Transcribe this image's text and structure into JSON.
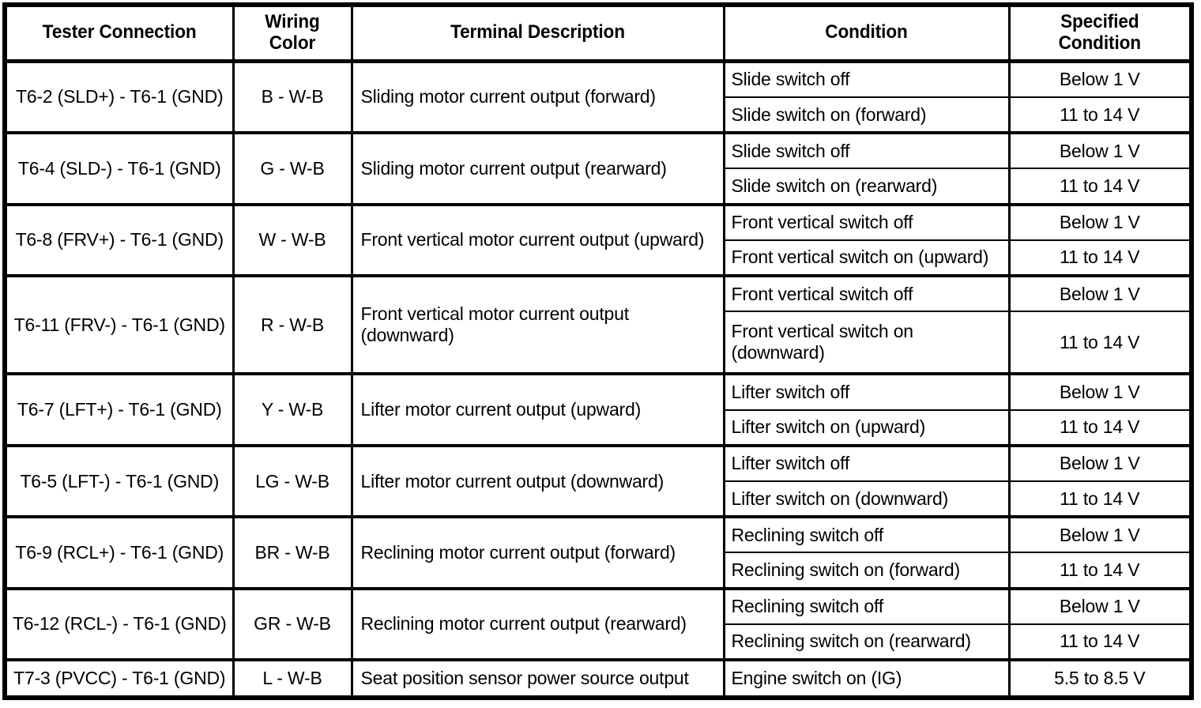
{
  "table": {
    "headers": [
      "Tester Connection",
      "Wiring Color",
      "Terminal Description",
      "Condition",
      "Specified Condition"
    ],
    "rows": [
      {
        "tester": "T6-2 (SLD+) - T6-1 (GND)",
        "color": "B - W-B",
        "description": "Sliding motor current output (forward)",
        "conditions": [
          {
            "condition": "Slide switch off",
            "specified": "Below 1 V"
          },
          {
            "condition": "Slide switch on (forward)",
            "specified": "11 to 14 V"
          }
        ]
      },
      {
        "tester": "T6-4 (SLD-) - T6-1 (GND)",
        "color": "G - W-B",
        "description": "Sliding motor current output (rearward)",
        "conditions": [
          {
            "condition": "Slide switch off",
            "specified": "Below 1 V"
          },
          {
            "condition": "Slide switch on (rearward)",
            "specified": "11 to 14 V"
          }
        ]
      },
      {
        "tester": "T6-8 (FRV+) - T6-1 (GND)",
        "color": "W - W-B",
        "description": "Front vertical motor current output (upward)",
        "conditions": [
          {
            "condition": "Front vertical switch off",
            "specified": "Below 1 V"
          },
          {
            "condition": "Front vertical switch on (upward)",
            "specified": "11 to 14 V"
          }
        ]
      },
      {
        "tester": "T6-11 (FRV-) - T6-1 (GND)",
        "color": "R - W-B",
        "description": "Front vertical motor current output (downward)",
        "conditions": [
          {
            "condition": "Front vertical switch off",
            "specified": "Below 1 V"
          },
          {
            "condition": "Front vertical switch on (downward)",
            "specified": "11 to 14 V"
          }
        ]
      },
      {
        "tester": "T6-7 (LFT+) - T6-1 (GND)",
        "color": "Y - W-B",
        "description": "Lifter motor current output (upward)",
        "conditions": [
          {
            "condition": "Lifter switch off",
            "specified": "Below 1 V"
          },
          {
            "condition": "Lifter switch on (upward)",
            "specified": "11 to 14 V"
          }
        ]
      },
      {
        "tester": "T6-5 (LFT-) - T6-1 (GND)",
        "color": "LG - W-B",
        "description": "Lifter motor current output (downward)",
        "conditions": [
          {
            "condition": "Lifter switch off",
            "specified": "Below 1 V"
          },
          {
            "condition": "Lifter switch on (downward)",
            "specified": "11 to 14 V"
          }
        ]
      },
      {
        "tester": "T6-9 (RCL+) - T6-1 (GND)",
        "color": "BR - W-B",
        "description": "Reclining motor current output (forward)",
        "conditions": [
          {
            "condition": "Reclining switch off",
            "specified": "Below 1 V"
          },
          {
            "condition": "Reclining switch on (forward)",
            "specified": "11 to 14 V"
          }
        ]
      },
      {
        "tester": "T6-12 (RCL-) - T6-1 (GND)",
        "color": "GR - W-B",
        "description": "Reclining motor current output (rearward)",
        "conditions": [
          {
            "condition": "Reclining switch off",
            "specified": "Below 1 V"
          },
          {
            "condition": "Reclining switch on (rearward)",
            "specified": "11 to 14 V"
          }
        ]
      },
      {
        "tester": "T7-3 (PVCC) - T6-1 (GND)",
        "color": "L - W-B",
        "description": "Seat position sensor power source output",
        "conditions": [
          {
            "condition": "Engine switch on (IG)",
            "specified": "5.5 to 8.5 V"
          }
        ]
      }
    ]
  },
  "colors": {
    "border": "#000000",
    "text": "#000000",
    "background": "#ffffff"
  }
}
